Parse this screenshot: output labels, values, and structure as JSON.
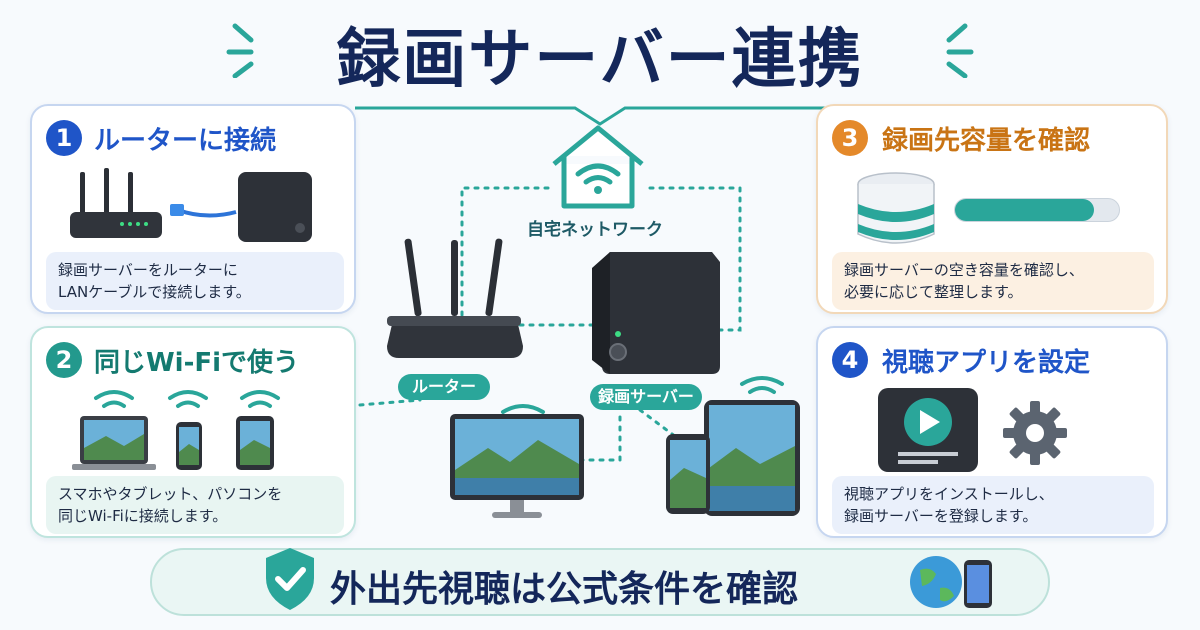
{
  "title": "録画サーバー連携",
  "network": {
    "label": "自宅ネットワーク"
  },
  "center": {
    "router_label": "ルーター",
    "server_label": "録画サーバー"
  },
  "steps": [
    {
      "number": "1",
      "title": "ルーターに接続",
      "description": "録画サーバーをルーターに\nLANケーブルで接続します。",
      "color": "#1f55c8"
    },
    {
      "number": "2",
      "title": "同じWi-Fiで使う",
      "description": "スマホやタブレット、パソコンを\n同じWi-Fiに接続します。",
      "color": "#23998d"
    },
    {
      "number": "3",
      "title": "録画先容量を確認",
      "description": "録画サーバーの空き容量を確認し、\n必要に応じて整理します。",
      "color": "#e4892a"
    },
    {
      "number": "4",
      "title": "視聴アプリを設定",
      "description": "視聴アプリをインストールし、\n録画サーバーを登録します。",
      "color": "#1f55c8"
    }
  ],
  "storage": {
    "used_fraction": 0.85
  },
  "banner": {
    "text": "外出先視聴は公式条件を確認"
  },
  "colors": {
    "navy": "#14275a",
    "teal": "#2aa69a",
    "orange": "#e4892a",
    "blue": "#1f55c8"
  },
  "icons": [
    "house-wifi-icon",
    "router-icon",
    "server-icon",
    "wifi-icon",
    "laptop-icon",
    "phone-icon",
    "tablet-icon",
    "monitor-icon",
    "database-icon",
    "play-icon",
    "gear-icon",
    "shield-check-icon",
    "globe-icon"
  ]
}
